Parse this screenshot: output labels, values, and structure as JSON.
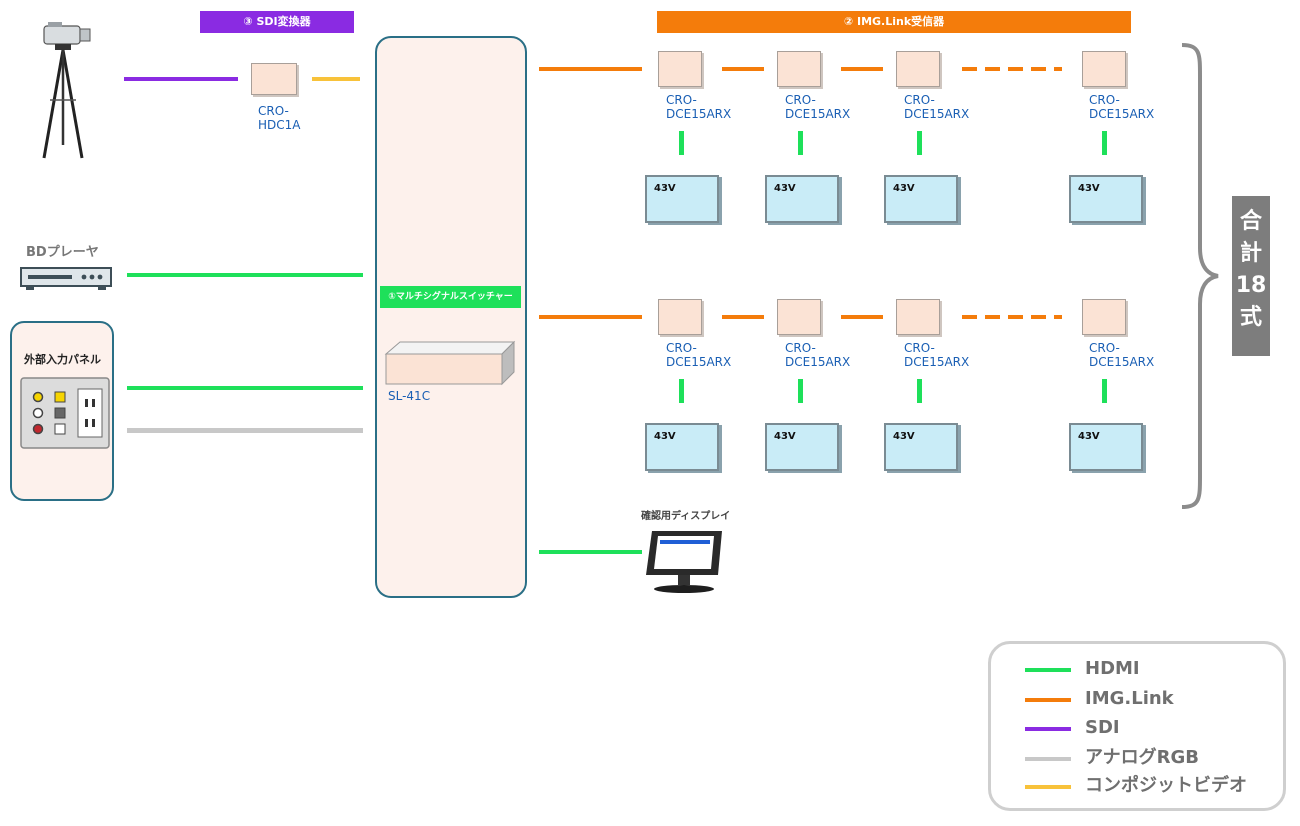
{
  "headers": {
    "sdi": "③ SDI変換器",
    "img": "② IMG.Link受信器",
    "switcher": "①マルチシグナルスイッチャー"
  },
  "colors": {
    "hdmi": "#1ee05a",
    "imglink": "#f47c0b",
    "sdi": "#8a2be2",
    "analog": "#c8c8c8",
    "composite": "#f8c23a"
  },
  "sources": {
    "bd_player": "BDプレーヤ",
    "panel": "外部入力パネル"
  },
  "devices": {
    "sdi_converter": "CRO-\nHDC1A",
    "switcher": "SL-41C",
    "receiver": "CRO-\nDCE15ARX",
    "tv": "43V",
    "monitor": "確認用ディスプレイ"
  },
  "total": {
    "chars": [
      "合",
      "計",
      "18",
      "式"
    ]
  },
  "legend": [
    {
      "label": "HDMI",
      "color": "#1ee05a"
    },
    {
      "label": "IMG.Link",
      "color": "#f47c0b"
    },
    {
      "label": "SDI",
      "color": "#8a2be2"
    },
    {
      "label": "アナログRGB",
      "color": "#c8c8c8"
    },
    {
      "label": "コンポジットビデオ",
      "color": "#f8c23a"
    }
  ]
}
